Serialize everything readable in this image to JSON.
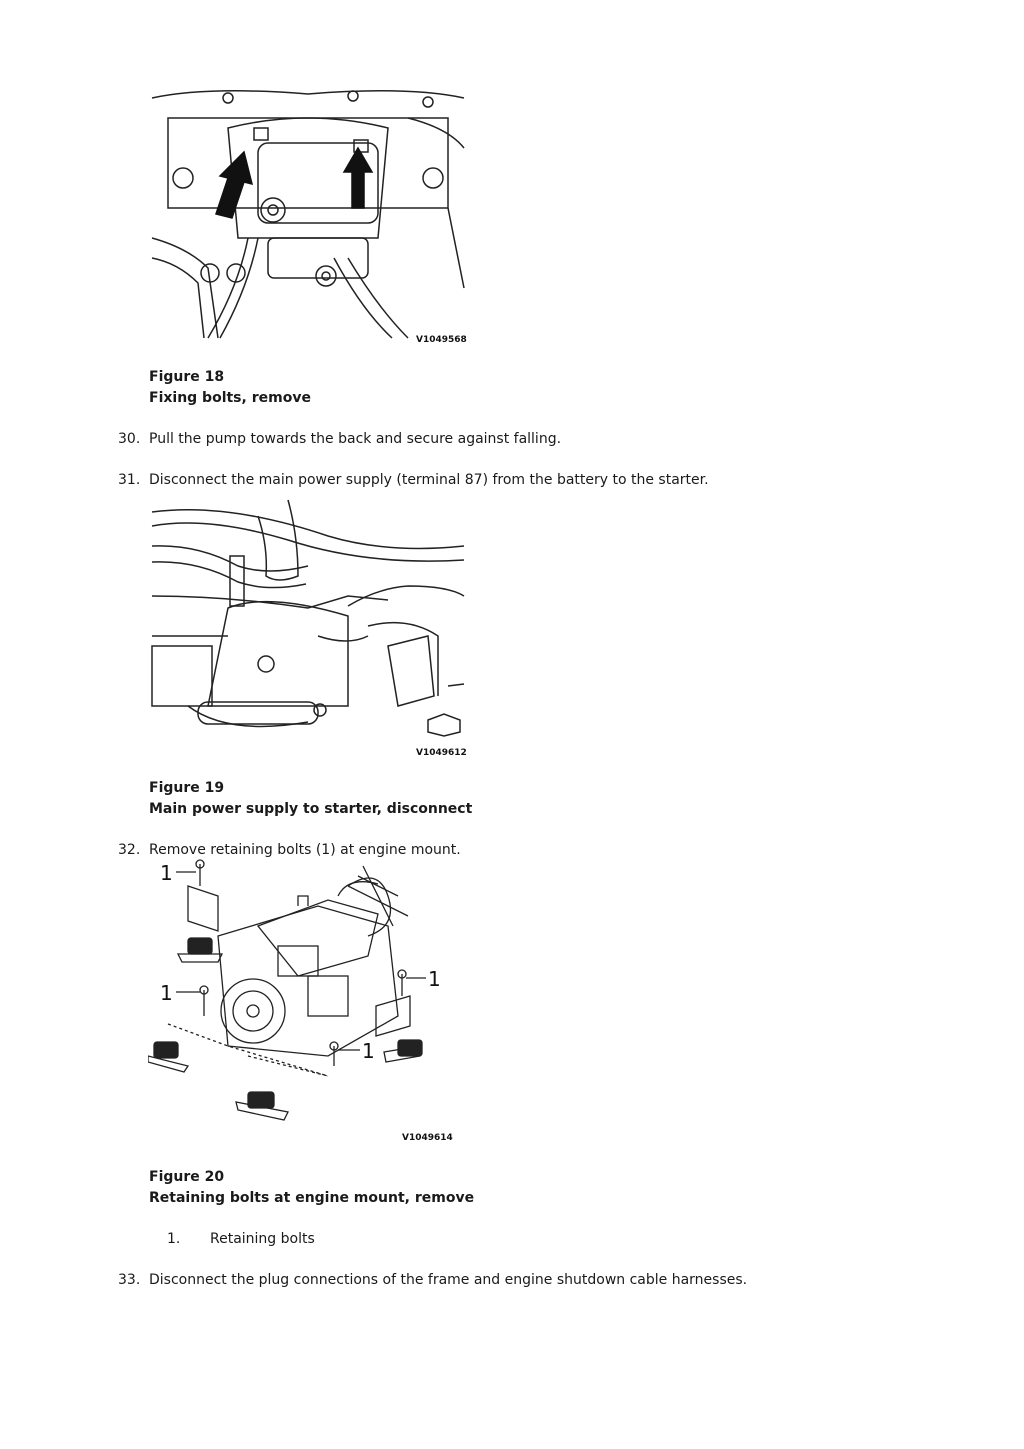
{
  "figures": [
    {
      "code": "V1049568",
      "title": "Figure 18",
      "subtitle": "Fixing bolts, remove"
    },
    {
      "code": "V1049612",
      "title": "Figure 19",
      "subtitle": "Main power supply to starter, disconnect"
    },
    {
      "code": "V1049614",
      "title": "Figure 20",
      "subtitle": "Retaining bolts at engine mount, remove",
      "callout": "1",
      "legend": [
        {
          "num": "1.",
          "label": "Retaining bolts"
        }
      ]
    }
  ],
  "steps": [
    {
      "num": "30.",
      "text": "Pull the pump towards the back and secure against falling."
    },
    {
      "num": "31.",
      "text": "Disconnect the main power supply (terminal 87) from the battery to the starter."
    },
    {
      "num": "32.",
      "text": "Remove retaining bolts (1) at engine mount."
    },
    {
      "num": "33.",
      "text": "Disconnect the plug connections of the frame and engine shutdown cable harnesses."
    }
  ]
}
